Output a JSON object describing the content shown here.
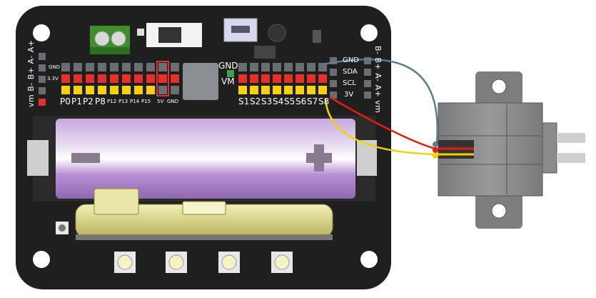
{
  "board": {
    "left_header_labels": [
      "GND",
      "3.3V"
    ],
    "left_vertical_label": "vm B- B+ A- A+",
    "right_vertical_label": "B- B+ A- A+ vm",
    "gnd_vm_labels": [
      "GND",
      "VM"
    ],
    "port_labels_left": [
      "P0",
      "P1",
      "P2",
      "P8"
    ],
    "port_labels_left_small": [
      "P12",
      "P13",
      "P14",
      "P15"
    ],
    "power_labels": [
      "5V",
      "GND"
    ],
    "servo_labels": [
      "S1",
      "S2",
      "S3",
      "S4",
      "S5",
      "S6",
      "S7",
      "S8"
    ],
    "i2c_labels": [
      "GND",
      "SDA",
      "SCL",
      "3V"
    ]
  },
  "colors": {
    "board": "#1f1f1f",
    "header_red": "#e8302b",
    "header_yellow": "#f5d10f",
    "header_gray": "#6a6e72",
    "battery_purple": "#b48fd0",
    "microbit_yellow": "#dcd98a",
    "servo_gray": "#8a8a8a",
    "wire_red": "#e02010",
    "wire_yellow": "#f2d200",
    "wire_blue": "#5a7d92"
  }
}
